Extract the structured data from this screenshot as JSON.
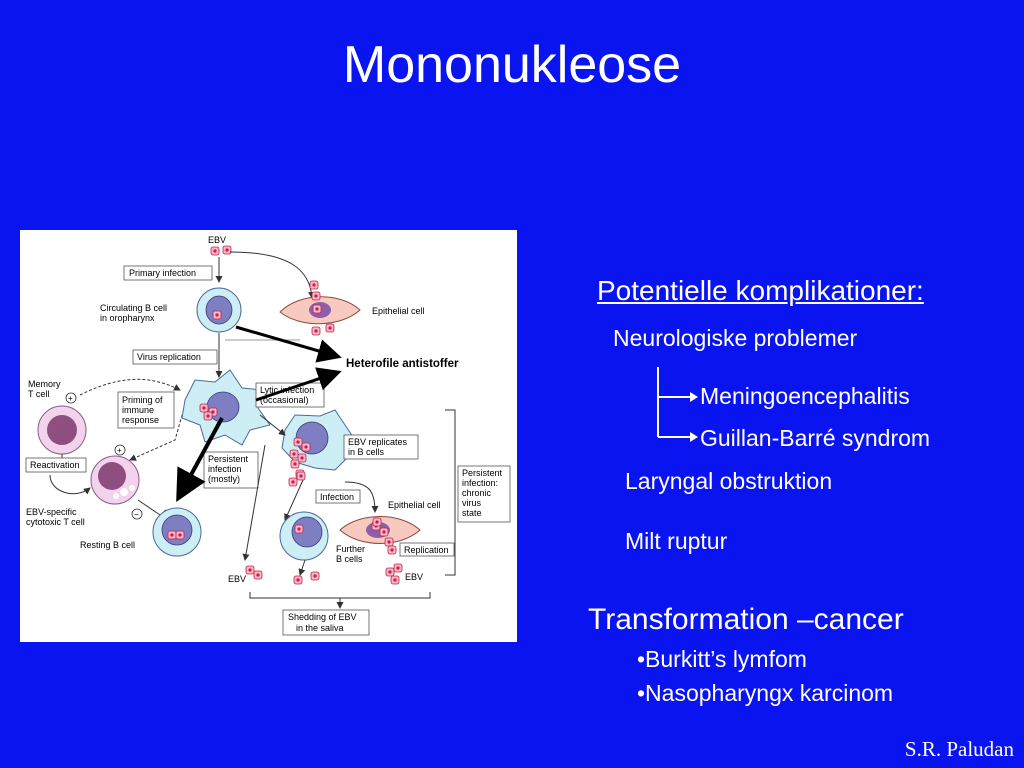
{
  "slide": {
    "title": "Mononukleose",
    "author": "S.R. Paludan"
  },
  "diagram": {
    "ebv_top": "EBV",
    "primary_infection": "Primary infection",
    "circulating_b_cell": [
      "Circulating B cell",
      "in oropharynx"
    ],
    "epithelial_cell_top": "Epithelial cell",
    "virus_replication": "Virus replication",
    "memory_t_cell": [
      "Memory",
      "T cell"
    ],
    "priming": [
      "Priming of",
      "immune",
      "response"
    ],
    "lytic_infection": [
      "Lytic infection",
      "(occasional)"
    ],
    "ebv_replicates": [
      "EBV replicates",
      "in B cells"
    ],
    "reactivation": "Reactivation",
    "persistent_infection_mostly": [
      "Persistent",
      "infection",
      "(mostly)"
    ],
    "persistent_state": [
      "Persistent",
      "infection:",
      "chronic",
      "virus",
      "state"
    ],
    "infection": "Infection",
    "epithelial_cell_bottom": "Epithelial cell",
    "ebv_specific": [
      "EBV-specific",
      "cytotoxic T cell"
    ],
    "resting_b_cell": "Resting B cell",
    "further_b_cells": [
      "Further",
      "B cells"
    ],
    "replication": "Replication",
    "ebv_left": "EBV",
    "ebv_right": "EBV",
    "shedding": [
      "Shedding of EBV",
      "in the saliva"
    ],
    "plus": "+",
    "minus": "−"
  },
  "annotation": {
    "heterofile": "Heterofile antistoffer"
  },
  "complications": {
    "heading": "Potentielle komplikationer:",
    "neuro": "Neurologiske problemer",
    "meningo": "Meningoencephalitis",
    "guillain": "Guillan-Barré syndrom",
    "laryngal": "Laryngal obstruktion",
    "milt": "Milt ruptur"
  },
  "transformation": {
    "heading": "Transformation –cancer",
    "items": [
      "•Burkitt’s lymfom",
      "•Nasopharyngx karcinom"
    ]
  },
  "colors": {
    "background": "#0A14F0",
    "text": "#FFFFFF",
    "cell_outer": "#CDEEF5",
    "nucleus": "#7E7EC2",
    "t_cell_outer": "#F3D3EC",
    "t_cell_nucleus": "#8E4F80",
    "epithelial": "#F8C9BE",
    "virion": "#E0365A"
  }
}
